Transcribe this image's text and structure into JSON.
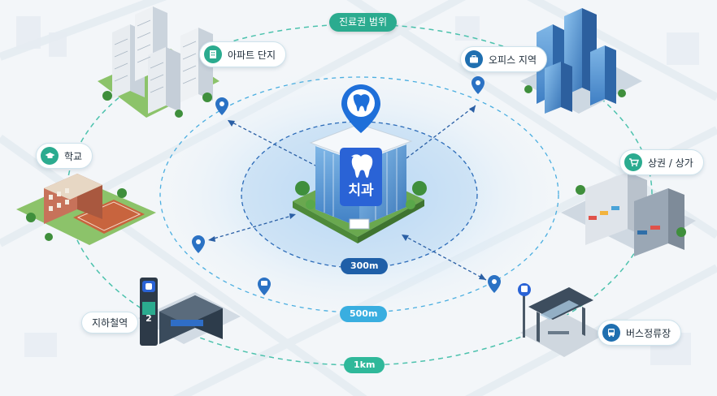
{
  "title": "진료권 범위",
  "center": {
    "label": "치과"
  },
  "rings": [
    {
      "label": "300m",
      "color": "#1f5fa8"
    },
    {
      "label": "500m",
      "color": "#39aee0"
    },
    {
      "label": "1km",
      "color": "#2fb89a"
    }
  ],
  "locations": {
    "apartment": "아파트 단지",
    "office": "오피스 지역",
    "school": "학교",
    "commercial": "상권 / 상가",
    "subway": "지하철역",
    "bus": "버스정류장"
  },
  "signs": {
    "subway_line": "2"
  },
  "colors": {
    "accent_green": "#2bab8f",
    "accent_blue": "#1f6fb0",
    "clinic_blue": "#2a63d6"
  }
}
